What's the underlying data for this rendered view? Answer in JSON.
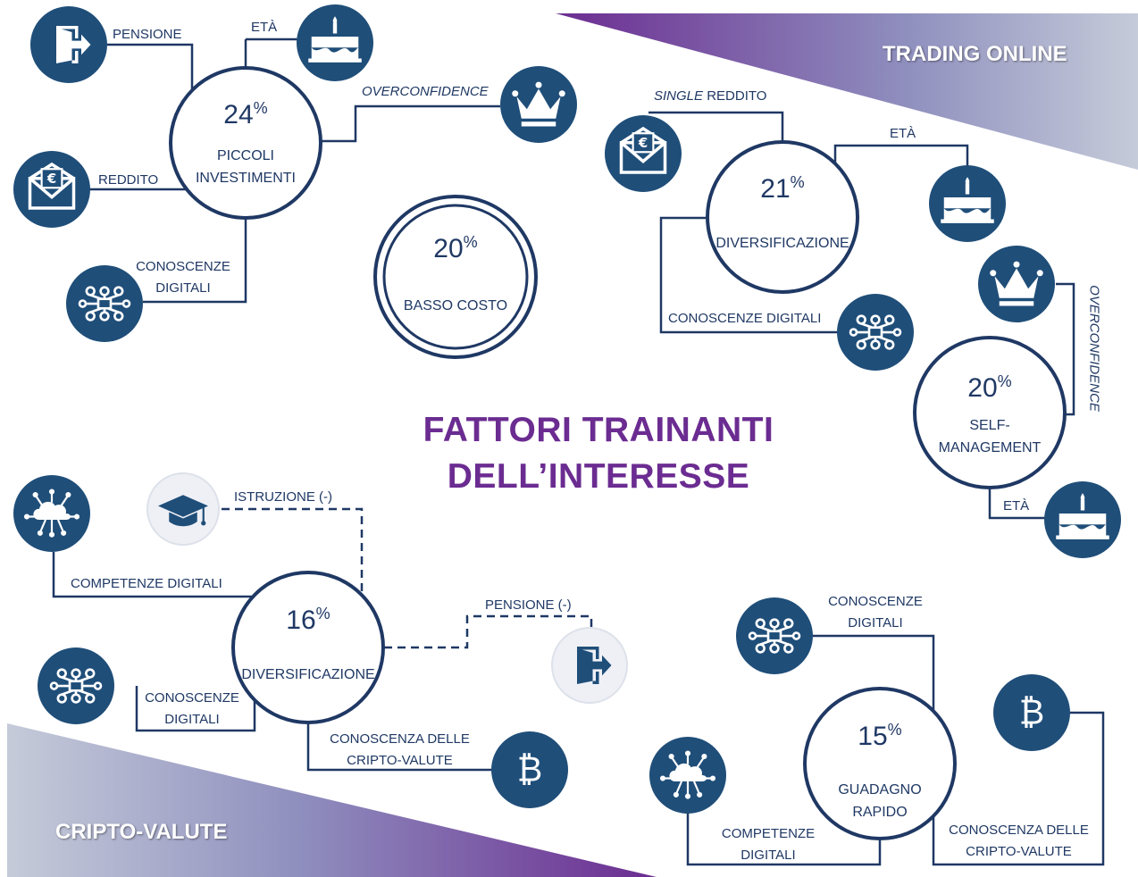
{
  "title_line1": "FATTORI TRAINANTI",
  "title_line2": "DELL’INTERESSE",
  "corner_trading": "TRADING ONLINE",
  "corner_cripto": "CRIPTO-VALUTE",
  "percent_sign": "%",
  "nodes": {
    "piccoli": {
      "pct": "24",
      "line1": "PICCOLI",
      "line2": "INVESTIMENTI"
    },
    "basso": {
      "pct": "20",
      "line1": "BASSO COSTO"
    },
    "divers_top": {
      "pct": "21",
      "line1": "DIVERSIFICAZIONE"
    },
    "self": {
      "pct": "20",
      "line1": "SELF-",
      "line2": "MANAGEMENT"
    },
    "divers_bottom": {
      "pct": "16",
      "line1": "DIVERSIFICAZIONE"
    },
    "guadagno": {
      "pct": "15",
      "line1": "GUADAGNO",
      "line2": "RAPIDO"
    }
  },
  "labels": {
    "pensione": "PENSIONE",
    "eta_1": "ETÀ",
    "overconfidence_1": "OVERCONFIDENCE",
    "reddito": "REDDITO",
    "conoscenze_1a": "CONOSCENZE",
    "conoscenze_1b": "DIGITALI",
    "single": "SINGLE",
    "reddito_2": "REDDITO",
    "eta_2": "ETÀ",
    "conoscenze_digitali_2": "CONOSCENZE DIGITALI",
    "overconfidence_2": "OVERCONFIDENCE",
    "eta_3": "ETÀ",
    "istruzione": "ISTRUZIONE (-)",
    "competenze_digitali_1": "COMPETENZE DIGITALI",
    "pensione_neg": "PENSIONE (-)",
    "conoscenze_3a": "CONOSCENZE",
    "conoscenze_3b": "DIGITALI",
    "cripto_1a": "CONOSCENZA DELLE",
    "cripto_1b": "CRIPTO-VALUTE",
    "conoscenze_4a": "CONOSCENZE",
    "conoscenze_4b": "DIGITALI",
    "competenze_2a": "COMPETENZE",
    "competenze_2b": "DIGITALI",
    "cripto_2a": "CONOSCENZA DELLE",
    "cripto_2b": "CRIPTO-VALUTE"
  },
  "icons": [
    "exit-icon",
    "cake-icon",
    "crown-icon",
    "envelope-euro-icon",
    "network-icon",
    "graduation-cap-icon",
    "cloud-network-icon",
    "bitcoin-icon"
  ],
  "colors": {
    "navy": "#1f3864",
    "purple": "#6b2c91",
    "icon_bg": "#1f4e79"
  }
}
